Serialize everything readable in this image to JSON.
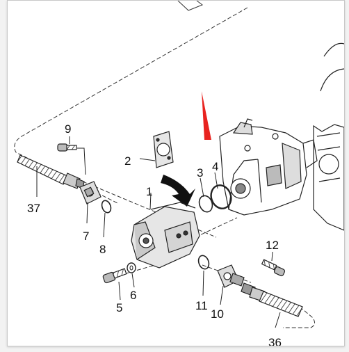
{
  "diagram": {
    "accent_color": "#e8231f",
    "callouts": [
      {
        "id": "p1",
        "label": "1"
      },
      {
        "id": "p2",
        "label": "2"
      },
      {
        "id": "p3",
        "label": "3"
      },
      {
        "id": "p4",
        "label": "4"
      },
      {
        "id": "p5",
        "label": "5"
      },
      {
        "id": "p6",
        "label": "6"
      },
      {
        "id": "p7",
        "label": "7"
      },
      {
        "id": "p8",
        "label": "8"
      },
      {
        "id": "p9",
        "label": "9"
      },
      {
        "id": "p10",
        "label": "10"
      },
      {
        "id": "p11",
        "label": "11"
      },
      {
        "id": "p12",
        "label": "12"
      },
      {
        "id": "p36",
        "label": "36"
      },
      {
        "id": "p37",
        "label": "37"
      }
    ]
  }
}
